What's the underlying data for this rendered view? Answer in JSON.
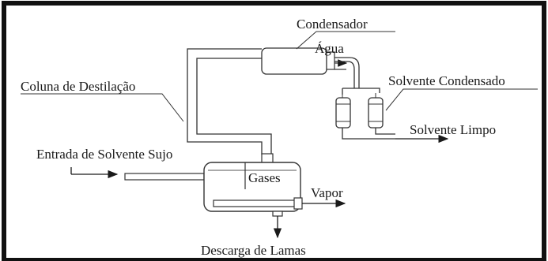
{
  "diagram": {
    "labels": {
      "condensador": "Condensador",
      "agua": "Água",
      "solvente_condensado": "Solvente Condensado",
      "coluna": "Coluna de Destilação",
      "solvente_limpo": "Solvente Limpo",
      "entrada": "Entrada de Solvente Sujo",
      "gases": "Gases",
      "vapor": "Vapor",
      "descarga": "Descarga de Lamas"
    }
  }
}
